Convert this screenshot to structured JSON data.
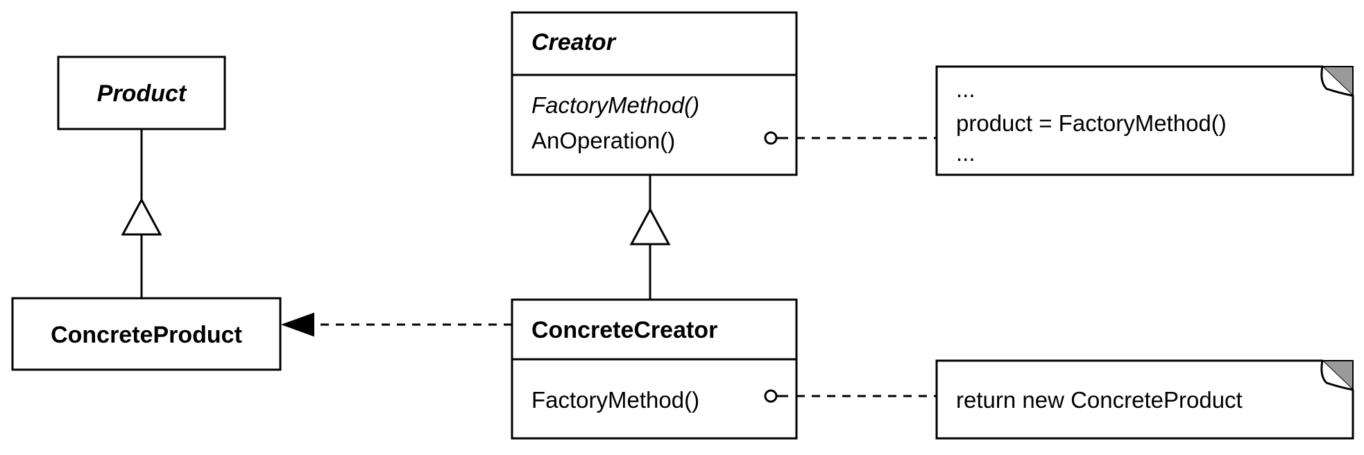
{
  "classes": {
    "product": {
      "name": "Product"
    },
    "concrete_product": {
      "name": "ConcreteProduct"
    },
    "creator": {
      "name": "Creator",
      "operations": [
        "FactoryMethod()",
        "AnOperation()"
      ]
    },
    "concrete_creator": {
      "name": "ConcreteCreator",
      "operations": [
        "FactoryMethod()"
      ]
    }
  },
  "notes": {
    "an_operation": {
      "lines": [
        "...",
        "product = FactoryMethod()",
        "..."
      ]
    },
    "factory_method": {
      "lines": [
        "return new ConcreteProduct"
      ]
    }
  }
}
